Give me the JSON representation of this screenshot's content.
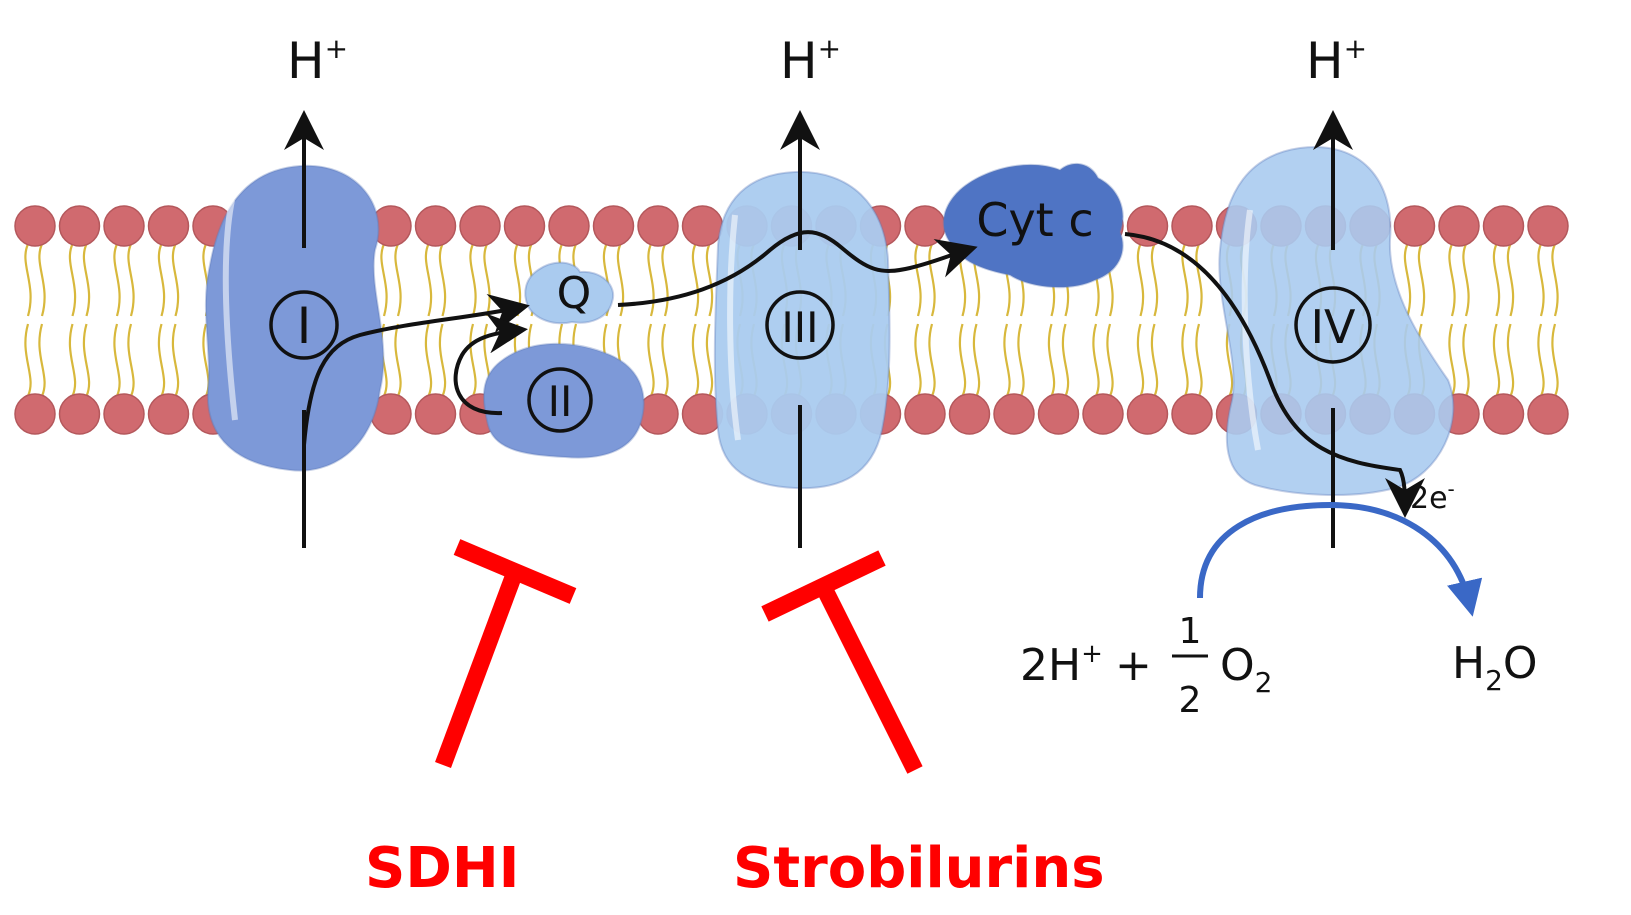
{
  "diagram": {
    "colors": {
      "head": "#d06a6f",
      "head_stroke": "#b4585c",
      "tail": "#d8b83c",
      "complex_dark": "#7d99d8",
      "complex_light": "#aacbef",
      "cytc": "#4f74c4",
      "arrow": "#111111",
      "o2_arrow": "#3a68c6",
      "inhibitor": "#ff0000"
    },
    "proton_labels": [
      {
        "base": "H",
        "sup": "+"
      },
      {
        "base": "H",
        "sup": "+"
      },
      {
        "base": "H",
        "sup": "+"
      }
    ],
    "complexes": {
      "complex_1": "I",
      "complex_2": "II",
      "complex_3": "III",
      "complex_4": "IV",
      "quinone": "Q",
      "cytochrome_c": "Cyt c"
    },
    "electrons": {
      "text": "2e",
      "sup": "-"
    },
    "reaction": {
      "left_coef": "2H",
      "left_sup": "+",
      "plus": "+",
      "frac_num": "1",
      "frac_den": "2",
      "o2": "O",
      "o2_sub": "2",
      "product": "H",
      "product_sub": "2",
      "product_tail": "O"
    },
    "inhibitors": {
      "sdhi": "SDHI",
      "strobilurins": "Strobilurins"
    }
  }
}
